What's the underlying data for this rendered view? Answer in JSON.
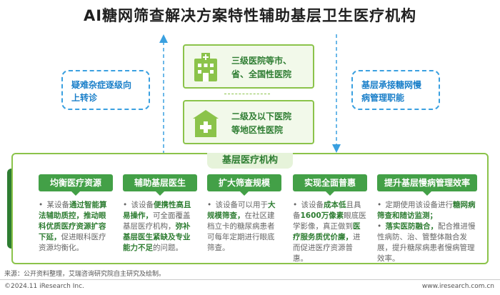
{
  "title": "AI糖网筛查解决方案特性辅助基层卫生医疗机构",
  "left_box": {
    "line1": "疑难杂症逐级向",
    "line2": "上转诊"
  },
  "right_box": {
    "line1": "基层承接糖网慢",
    "line2": "病管理职能"
  },
  "hospital_top": {
    "line1": "三级医院等市、",
    "line2": "省、全国性医院",
    "icon": "hospital-building-icon"
  },
  "hospital_bottom": {
    "line1": "二级及以下医院",
    "line2": "等地区性医院",
    "icon": "clinic-cross-icon"
  },
  "main_title": "基层医疗机构",
  "cards": [
    {
      "title": "均衡医疗资源",
      "parts": [
        {
          "t": "某设备",
          "b": false
        },
        {
          "t": "通过智能算法辅助质控，推动眼科优质医疗资源扩容下延，",
          "b": true
        },
        {
          "t": "促进眼科医疗资源均衡化。",
          "b": false
        }
      ]
    },
    {
      "title": "辅助基层医生",
      "parts": [
        {
          "t": "该设备",
          "b": false
        },
        {
          "t": "便携性高且易操作，",
          "b": true
        },
        {
          "t": "可全面覆盖基层医疗机构，",
          "b": false
        },
        {
          "t": "弥补基层医生紧缺及专业能力不足",
          "b": true
        },
        {
          "t": "的问题。",
          "b": false
        }
      ]
    },
    {
      "title": "扩大筛查规模",
      "parts": [
        {
          "t": "该设备可以用于",
          "b": false
        },
        {
          "t": "大规模筛查，",
          "b": true
        },
        {
          "t": "在社区建档立卡的糖尿病患者可每年定期进行眼底筛查。",
          "b": false
        }
      ]
    },
    {
      "title": "实现全面普惠",
      "parts": [
        {
          "t": "该设备",
          "b": false
        },
        {
          "t": "成本低",
          "b": true
        },
        {
          "t": "且具备",
          "b": false
        },
        {
          "t": "1600万像素",
          "b": true
        },
        {
          "t": "眼底医学影像，真正做到",
          "b": false
        },
        {
          "t": "医疗服务质优价廉，",
          "b": true
        },
        {
          "t": "进而促进医疗资源普惠。",
          "b": false
        }
      ]
    },
    {
      "title": "提升基层慢病管理效率",
      "parts": [
        {
          "t": "定期使用该设备进行",
          "b": false
        },
        {
          "t": "糖网病筛查和随访监测；",
          "b": true
        },
        {
          "t": "\n",
          "b": false
        },
        {
          "t": "落实医防融合，",
          "b": true
        },
        {
          "t": "配合推进慢性病防、治、管整体融合发展，提升糖尿病患者慢病管理效率。",
          "b": false
        }
      ]
    }
  ],
  "source": "来源：公开资料整理，艾瑞咨询研究院自主研究及绘制。",
  "copyright": "©2024.11 iResearch Inc.",
  "site": "www.iresearch.com.cn",
  "colors": {
    "green_dark": "#2e7d32",
    "green": "#43a047",
    "green_light": "#8bc34a",
    "blue": "#3aa0e0"
  }
}
